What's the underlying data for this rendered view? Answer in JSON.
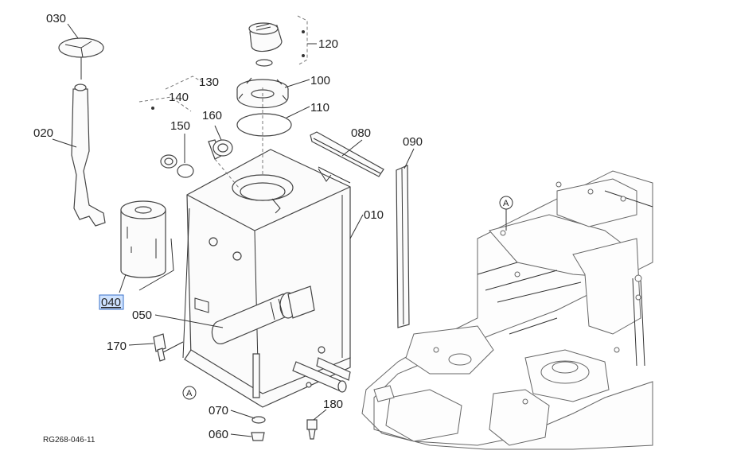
{
  "diagram": {
    "reference": "RG268-046-11",
    "labels": {
      "p030": "030",
      "p020": "020",
      "p040": "040",
      "p050": "050",
      "p170": "170",
      "p070": "070",
      "p060": "060",
      "p180": "180",
      "p010": "010",
      "p080": "080",
      "p090": "090",
      "p100": "100",
      "p110": "110",
      "p120": "120",
      "p130": "130",
      "p140": "140",
      "p150": "150",
      "p160": "160"
    },
    "callouts": {
      "a_left": "A",
      "a_right": "A"
    },
    "highlight_color": "#cfe3ff"
  }
}
